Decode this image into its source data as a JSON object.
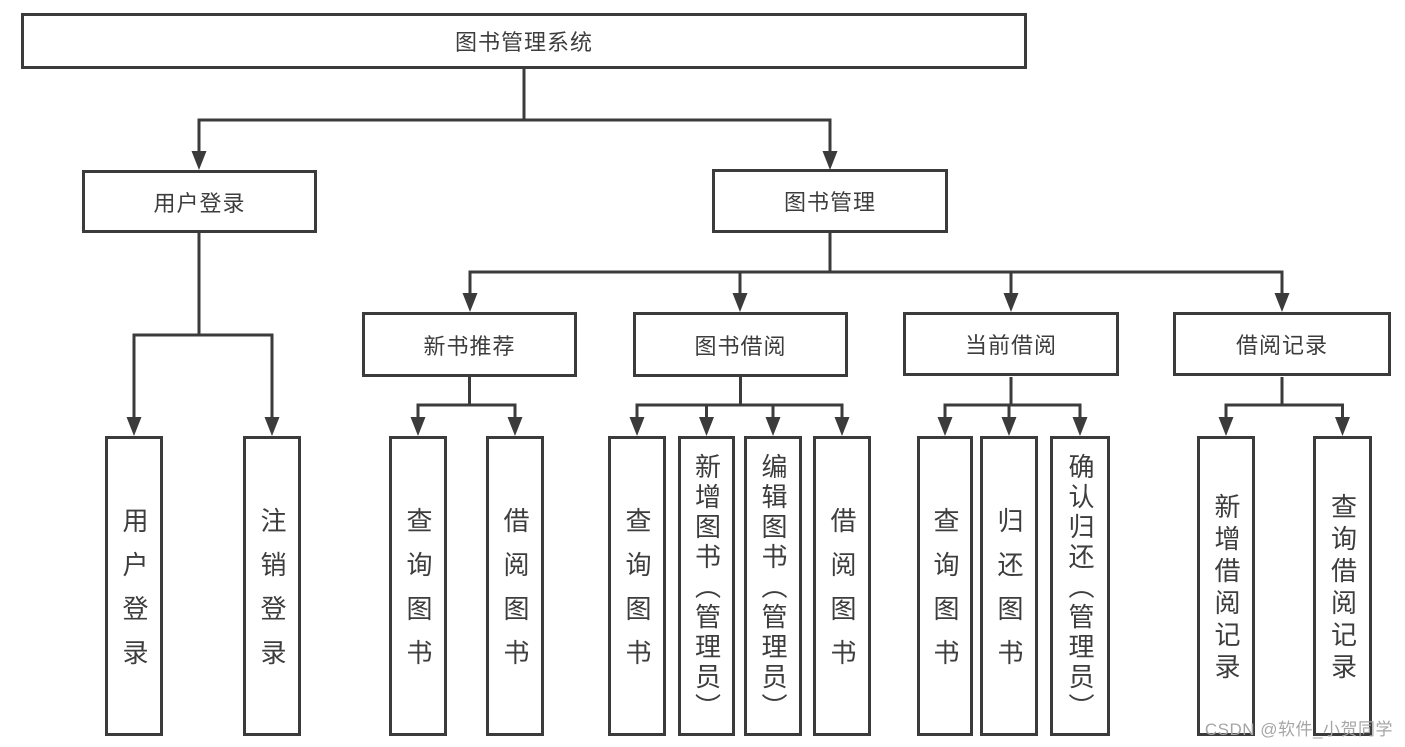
{
  "diagram_title": "图书管理系统",
  "colors": {
    "line": "#3b3b3b",
    "box_border": "#3b3b3b",
    "box_fill": "#ffffff",
    "text": "#3d3d3d",
    "watermark": "#a6a6a6",
    "background": "#ffffff"
  },
  "nodes": {
    "root": {
      "label": "图书管理系统"
    },
    "level2": [
      {
        "label": "用户登录"
      },
      {
        "label": "图书管理"
      }
    ],
    "level3": [
      {
        "label": "新书推荐"
      },
      {
        "label": "图书借阅"
      },
      {
        "label": "当前借阅"
      },
      {
        "label": "借阅记录"
      }
    ],
    "leaves": [
      {
        "label": "用户登录",
        "parent": "用户登录"
      },
      {
        "label": "注销登录",
        "parent": "用户登录"
      },
      {
        "label": "查询图书",
        "parent": "新书推荐"
      },
      {
        "label": "借阅图书",
        "parent": "新书推荐"
      },
      {
        "label": "查询图书",
        "parent": "图书借阅"
      },
      {
        "label": "新增图书（管理员）",
        "parent": "图书借阅"
      },
      {
        "label": "编辑图书（管理员）",
        "parent": "图书借阅"
      },
      {
        "label": "借阅图书",
        "parent": "图书借阅"
      },
      {
        "label": "查询图书",
        "parent": "当前借阅"
      },
      {
        "label": "归还图书",
        "parent": "当前借阅"
      },
      {
        "label": "确认归还（管理员）",
        "parent": "当前借阅"
      },
      {
        "label": "新增借阅记录",
        "parent": "借阅记录"
      },
      {
        "label": "查询借阅记录",
        "parent": "借阅记录"
      }
    ]
  },
  "watermark": {
    "text": "CSDN @软件_小贺同学"
  }
}
